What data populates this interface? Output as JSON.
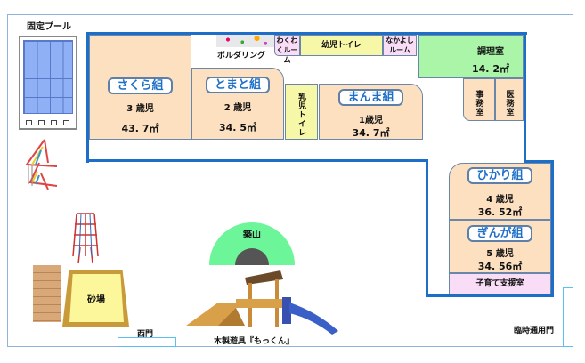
{
  "pool": {
    "label": "固定プール"
  },
  "rooms": {
    "sakura": {
      "name": "さくら組",
      "age": "3 歳児",
      "area": "43. 7㎡"
    },
    "tomato": {
      "name": "とまと組",
      "age": "2 歳児",
      "area": "34. 5㎡"
    },
    "infant_toilet": {
      "name": "乳児トイレ"
    },
    "manma": {
      "name": "まんま組",
      "age": "1歳児",
      "area": "34. 7㎡"
    },
    "bouldering": {
      "name": "ボルダリング"
    },
    "wakuwaku": {
      "name": "わくわくルーム"
    },
    "child_toilet": {
      "name": "幼児トイレ"
    },
    "nakayoshi": {
      "name": "なかよしルーム"
    },
    "kitchen": {
      "name": "調理室",
      "area": "14. 2㎡"
    },
    "office": {
      "name": "事務室"
    },
    "medical": {
      "name": "医務室"
    },
    "hikari": {
      "name": "ひかり組",
      "age": "4 歳児",
      "area": "36. 52㎡"
    },
    "ginga": {
      "name": "ぎんが組",
      "age": "5 歳児",
      "area": "34. 56㎡"
    },
    "support": {
      "name": "子育て支援室"
    }
  },
  "yard": {
    "tsukiyama": "築山",
    "sandpit": "砂場",
    "wooden_play": "木製遊具『もっくん』",
    "west_gate": "西門",
    "temp_gate": "臨時通用門"
  },
  "colors": {
    "wall": "#1d6ec8",
    "classroom": "#fde0c0",
    "toilet": "#f7f7a8",
    "pink": "#f9ddf7",
    "kitchen": "#aaf5a8",
    "mound": "#6df59a"
  }
}
